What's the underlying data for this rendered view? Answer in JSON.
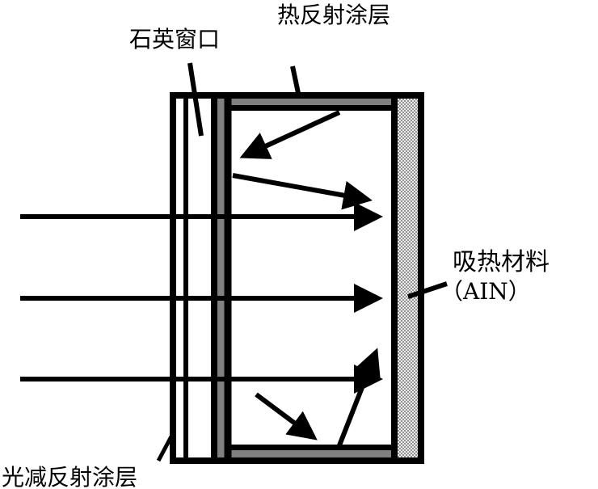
{
  "labels": {
    "heat_reflective_coating": "热反射涂层",
    "quartz_window": "石英窗口",
    "absorber_material": "吸热材料",
    "absorber_formula": "（AIN）",
    "anti_reflection_coating": "光减反射涂层"
  },
  "colors": {
    "line": "#000000",
    "coating": "#808080",
    "absorber_fill": "#e6e6e6",
    "absorber_dots": "#555555"
  }
}
